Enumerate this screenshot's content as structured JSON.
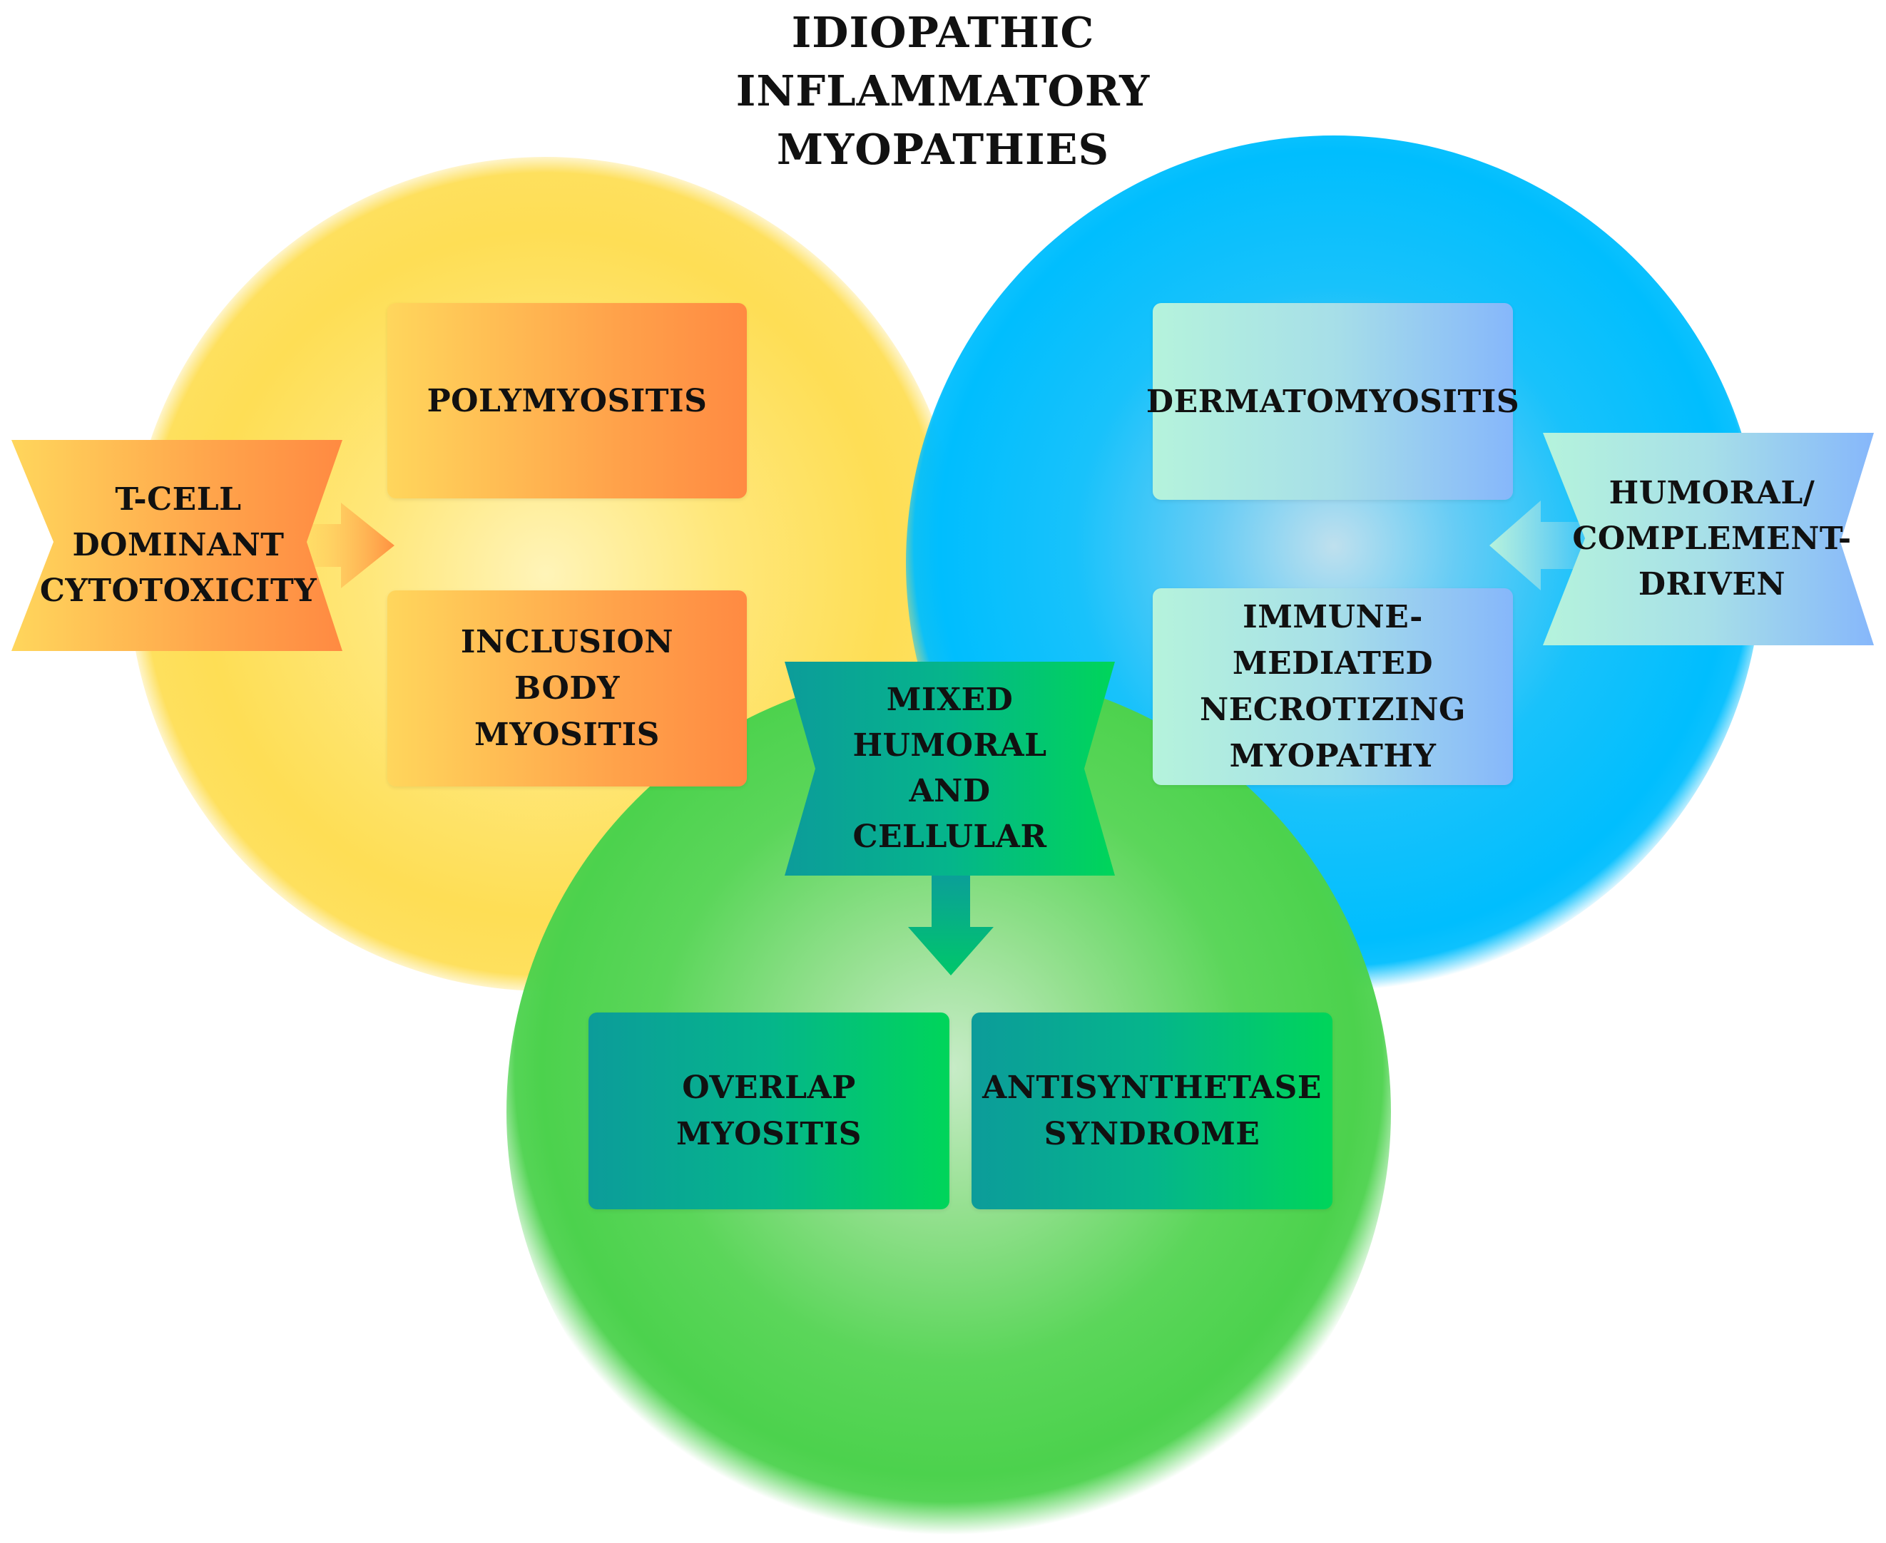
{
  "title": {
    "line1": "IDIOPATHIC",
    "line2": "INFLAMMATORY",
    "line3": "MYOPATHIES"
  },
  "mechanisms": {
    "tcell": {
      "line1": "T-CELL",
      "line2": "DOMINANT",
      "line3": "CYTOTOXICITY"
    },
    "humoral": {
      "line1": "HUMORAL/",
      "line2": "COMPLEMENT-",
      "line3": "DRIVEN"
    },
    "mixed": {
      "line1": "MIXED",
      "line2": "HUMORAL",
      "line3": "AND",
      "line4": "CELLULAR"
    }
  },
  "boxes": {
    "polymyositis": {
      "line1": "POLYMYOSITIS"
    },
    "inclusion": {
      "line1": "INCLUSION",
      "line2": "BODY",
      "line3": "MYOSITIS"
    },
    "dermatomyositis": {
      "line1": "DERMATOMYOSITIS"
    },
    "imnm": {
      "line1": "IMMUNE-",
      "line2": "MEDIATED",
      "line3": "NECROTIZING",
      "line4": "MYOPATHY"
    },
    "overlap": {
      "line1": "OVERLAP",
      "line2": "MYOSITIS"
    },
    "antisynthetase": {
      "line1": "ANTISYNTHETASE",
      "line2": "SYNDROME"
    }
  },
  "colors": {
    "yellow_group": "#fede55",
    "blue_group": "#00befe",
    "green_group": "#4cd24d",
    "orange_box": "#ff8a42",
    "mint_box": "#b5f3dc",
    "periwinkle_box": "#86b7fb",
    "teal_box": "#0c9c9a"
  }
}
